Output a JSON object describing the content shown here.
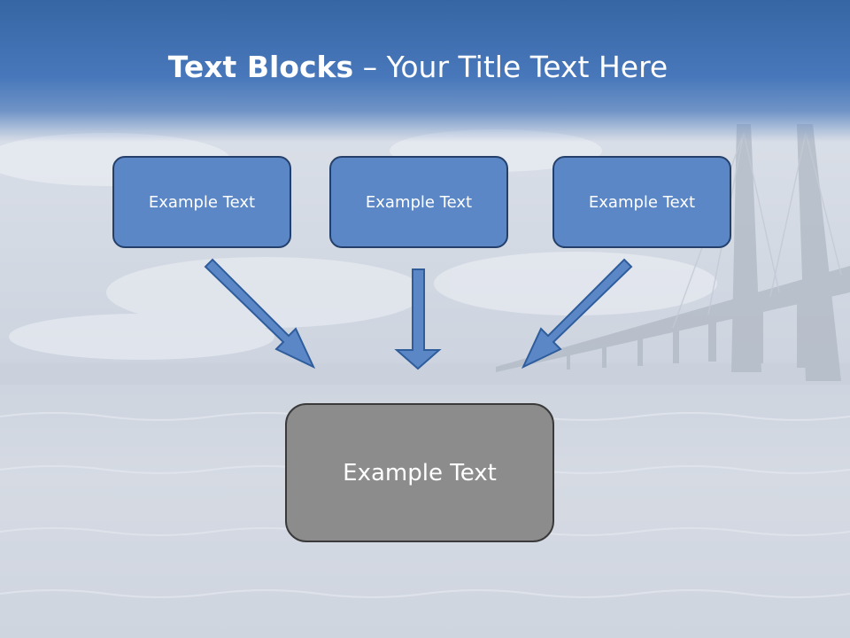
{
  "slide": {
    "title_bold": "Text Blocks",
    "title_rest": " – Your Title Text Here"
  },
  "boxes": {
    "top": [
      "Example Text",
      "Example Text",
      "Example Text"
    ],
    "result": "Example Text"
  },
  "colors": {
    "title_band": "#4878bb",
    "box_fill": "#5b87c7",
    "box_border": "#24406a",
    "result_fill": "#8c8c8c",
    "result_border": "#3a3a3a",
    "arrow_fill": "#5b87c7"
  }
}
